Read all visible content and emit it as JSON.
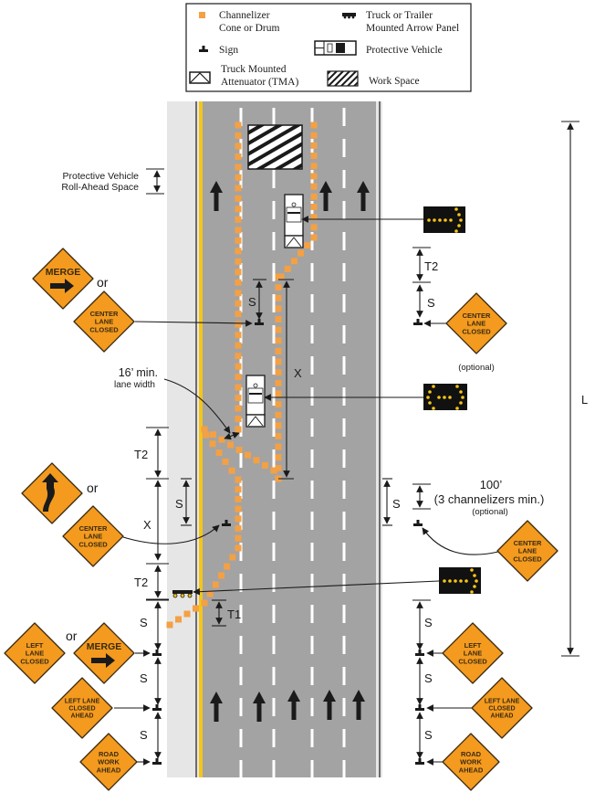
{
  "legend": {
    "items": [
      {
        "id": "channelizer",
        "label_lines": [
          "Channelizer",
          "Cone or Drum"
        ],
        "icon": "orange-square-icon"
      },
      {
        "id": "arrow_panel",
        "label_lines": [
          "Truck or Trailer",
          "Mounted Arrow Panel"
        ],
        "icon": "arrow-panel-trailer-icon"
      },
      {
        "id": "sign",
        "label_lines": [
          "Sign"
        ],
        "icon": "sign-post-icon"
      },
      {
        "id": "protective_vehicle",
        "label_lines": [
          "Protective Vehicle"
        ],
        "icon": "truck-icon"
      },
      {
        "id": "tma",
        "label_lines": [
          "Truck Mounted",
          "Attenuator (TMA)"
        ],
        "icon": "tma-triangle-icon"
      },
      {
        "id": "work_space",
        "label_lines": [
          "Work Space"
        ],
        "icon": "hatched-box-icon"
      }
    ]
  },
  "colors": {
    "sign_orange": "#f39a1f",
    "channelizer_orange": "#f4a044",
    "road_gray": "#a3a3a3",
    "shoulder_gray": "#e6e6e6",
    "yellow_line": "#f5c518",
    "arrow_panel_bg": "#111111",
    "arrow_panel_lights": "#f5c518"
  },
  "annotations": {
    "roll_ahead": [
      "Protective Vehicle",
      "Roll-Ahead Space"
    ],
    "lane_width": [
      "16’ min.",
      "lane width"
    ],
    "hundred_ft": [
      "100’",
      "(3 channelizers min.)",
      "(optional)"
    ],
    "optional_upper": "(optional)",
    "or": "or",
    "dim_L": "L",
    "dim_T1": "T1",
    "dim_T2": "T2",
    "dim_S": "S",
    "dim_X": "X"
  },
  "signs": {
    "merge": [
      "MERGE"
    ],
    "center_lane_closed": [
      "CENTER",
      "LANE",
      "CLOSED"
    ],
    "left_lane_closed": [
      "LEFT",
      "LANE",
      "CLOSED"
    ],
    "left_lane_closed_ahead": [
      "LEFT LANE",
      "CLOSED",
      "AHEAD"
    ],
    "road_work_ahead": [
      "ROAD",
      "WORK",
      "AHEAD"
    ]
  }
}
